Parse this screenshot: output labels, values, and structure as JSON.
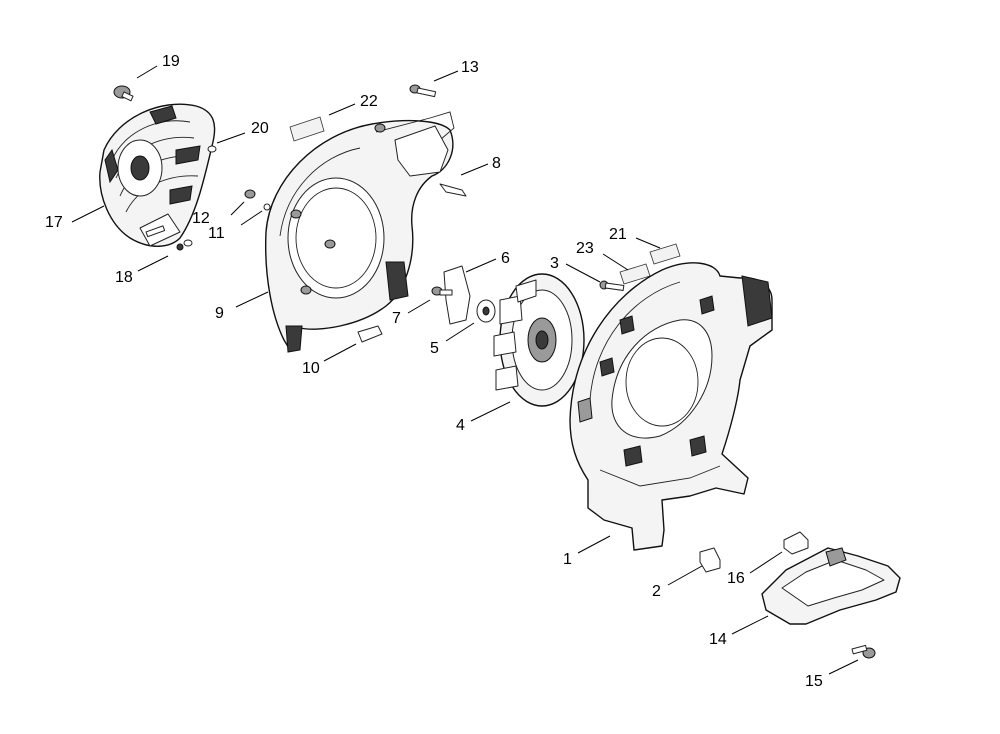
{
  "diagram": {
    "callouts": {
      "c1": "1",
      "c2": "2",
      "c3": "3",
      "c4": "4",
      "c5": "5",
      "c6": "6",
      "c7": "7",
      "c8": "8",
      "c9": "9",
      "c10": "10",
      "c11": "11",
      "c12": "12",
      "c13": "13",
      "c14": "14",
      "c15": "15",
      "c16": "16",
      "c17": "17",
      "c18": "18",
      "c19": "19",
      "c20": "20",
      "c21": "21",
      "c22": "22",
      "c23": "23"
    },
    "colors": {
      "ink": "#111111",
      "surface": "#f4f4f4",
      "dark_fill": "#3a3a3a"
    }
  }
}
